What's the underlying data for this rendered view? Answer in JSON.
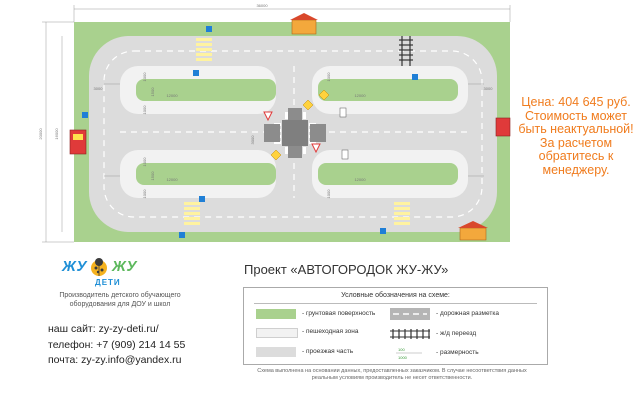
{
  "plan": {
    "overall_length": "36000",
    "overall_width": "20000",
    "inner_width": "16000",
    "lane_width": "3000",
    "dim_1000": "1000",
    "dim_1500": "1500",
    "island_length": "12000",
    "cross_width": "3000",
    "colors": {
      "grass": "#a9d18e",
      "road": "#dcdcdc",
      "island": "#f2f2f2",
      "marking": "#ffffff",
      "dimension": "#999999"
    }
  },
  "price": {
    "line1": "Цена: 404 645 руб.",
    "line2": "Стоимость может",
    "line3": "быть неактуальной!",
    "line4": "За расчетом",
    "line5": "обратитесь к",
    "line6": "менеджеру."
  },
  "brand": {
    "word_left": "ЖУ",
    "word_right": "ЖУ",
    "sub": "ДЕТИ",
    "tagline1": "Производитель детского обучающего",
    "tagline2": "оборудования для ДОУ и школ"
  },
  "contacts": {
    "site": "наш сайт: zy-zy-deti.ru/",
    "phone": "телефон: +7 (909) 214 14 55",
    "email": "почта: zy-zy.info@yandex.ru"
  },
  "project": {
    "title": "Проект «АВТОГОРОДОК ЖУ-ЖУ»"
  },
  "legend": {
    "title": "Условные обозначения на схеме:",
    "grass": "- грунтовая поверхность",
    "pedestrian": "- пешеходная зона",
    "road": "- проезжая часть",
    "marking": "- дорожная разметка",
    "rail": "- ж/д переезд",
    "dimension": "-  размерность",
    "dim_sample_top": "100",
    "dim_sample_bottom": "1000"
  },
  "note": {
    "line1": "Схема выполнена на основании данных, предоставленных заказчиком. В случае несоответствия данных",
    "line2": "реальным условиям производитель не несет ответственности."
  }
}
